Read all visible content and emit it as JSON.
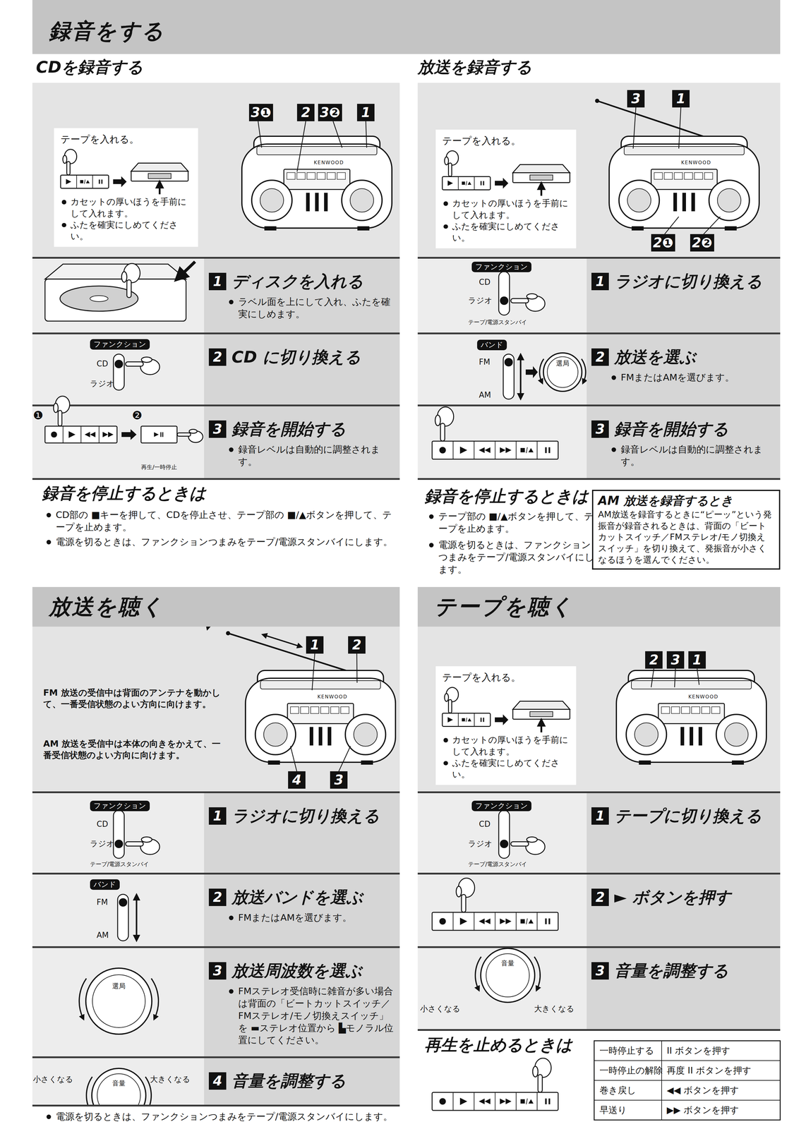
{
  "diagram": {
    "nodes": [
      {
        "text": [
          "録音をする"
        ]
      },
      {
        "text": [
          "テープを入れる。",
          "カセットの厚いほうを手前にして入れます。",
          "ふたを確実にしめてください。"
        ]
      },
      {
        "text": [
          "1",
          "ディスクを入れる",
          "ラベル面を上にして入れ、ふたを確実にしめます。"
        ]
      },
      {
        "text": [
          "2",
          "CD に切り換える"
        ]
      },
      {
        "text": [
          "3",
          "録音を開始する",
          "録音レベルは自動的に調整されます。"
        ]
      },
      {
        "text": [
          "テープを入れる。",
          "カセットの厚いほうを手前にして入れます。",
          "ふたを確実にしめてください。"
        ]
      },
      {
        "text": [
          "1",
          "ラジオに切り換える"
        ]
      },
      {
        "text": [
          "2",
          "放送を選ぶ",
          "FMまたはAMを選びます。"
        ]
      },
      {
        "text": [
          "3",
          "録音を開始する",
          "録音レベルは自動的に調整されます。"
        ]
      },
      {
        "text": [
          "AM 放送を録音するとき",
          "AM放送を録音するときに“ピーッ”という発振音が録音されるときは、背面の「ビートカットスイッチ／FMステレオ/モノ切換えスイッチ」を切り換えて、発振音が小さくなるほうを選んでください。"
        ]
      },
      {
        "text": [
          "放送を聴く"
        ]
      },
      {
        "text": [
          "1",
          "ラジオに切り換える"
        ]
      },
      {
        "text": [
          "2",
          "放送バンドを選ぶ",
          "FMまたはAMを選びます。"
        ]
      },
      {
        "text": [
          "3",
          "放送周波数を選ぶ",
          "FMステレオ受信時に雑音が多い場合は背面の「ビートカットスイッチ／FMステレオ/モノ切換えスイッチ」を ▬ステレオ位置から ▙モノラル位置にしてください。"
        ]
      },
      {
        "text": [
          "4",
          "音量を調整する"
        ]
      },
      {
        "text": [
          "テープを聴く"
        ]
      },
      {
        "text": [
          "テープを入れる。",
          "カセットの厚いほうを手前にして入れます。",
          "ふたを確実にしめてください。"
        ]
      },
      {
        "text": [
          "1",
          "テープに切り換える"
        ]
      },
      {
        "text": [
          "2",
          "► ボタンを押す"
        ]
      },
      {
        "text": [
          "3",
          "音量を調整する"
        ]
      }
    ],
    "labels": [
      "CDを録音する",
      "3❶",
      "2",
      "3❷",
      "1",
      "KENWOOD",
      "ファンクション",
      "CD",
      "ラジオ",
      "❶",
      "❷",
      "再生/一時停止",
      "録音を停止するときは",
      "CD部の ■キーを押して、CDを停止させ、テープ部の ■/▲ボタンを押して、テープを止めます。",
      "電源を切るときは、ファンクションつまみをテープ/電源スタンバイにします。",
      "放送を録音する",
      "3",
      "1",
      "2❶",
      "2❷",
      "KENWOOD",
      "ファンクション",
      "CD",
      "ラジオ",
      "テープ/電源スタンバイ",
      "バンド",
      "FM",
      "AM",
      "選局",
      "録音を停止するときは",
      "テープ部の ■/▲ボタンを押して、テープを止めます。",
      "電源を切るときは、ファンクションつまみをテープ/電源スタンバイにします。",
      "1",
      "2",
      "4",
      "3",
      "KENWOOD",
      "FM 放送の受信中は背面のアンテナを動かして、一番受信状態のよい方向に向けます。",
      "AM 放送を受信中は本体の向きをかえて、一番受信状態のよい方向に向けます。",
      "ファンクション",
      "CD",
      "ラジオ",
      "テープ/電源スタンバイ",
      "バンド",
      "FM",
      "AM",
      "選局",
      "小さくなる",
      "音量",
      "大きくなる",
      "電源を切るときは、ファンクションつまみをテープ/電源スタンバイにします。",
      "2",
      "3",
      "1",
      "KENWOOD",
      "ファンクション",
      "CD",
      "ラジオ",
      "テープ/電源スタンバイ",
      "音量",
      "小さくなる",
      "大きくなる",
      "再生を止めるときは",
      "一時停止する",
      "II ボタンを押す",
      "一時停止の解除",
      "再度 II ボタンを押す",
      "巻き戻し",
      "◀◀ ボタンを押す",
      "早送り",
      "▶▶ ボタンを押す"
    ]
  }
}
